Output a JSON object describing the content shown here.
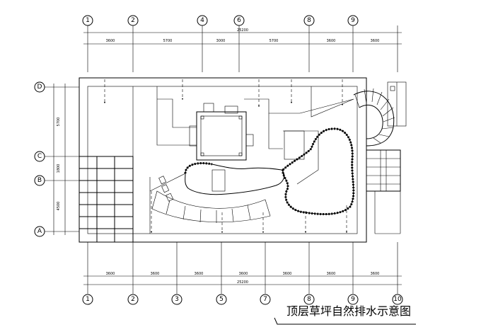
{
  "title": "顶层草坪自然排水示意图",
  "top_axes": [
    "1",
    "2",
    "4",
    "6",
    "8",
    "9"
  ],
  "top_dims": [
    "3600",
    "5700",
    "3000",
    "5700",
    "3600",
    "3600"
  ],
  "top_total": "25200",
  "bottom_axes": [
    "1",
    "2",
    "3",
    "5",
    "7",
    "8",
    "9",
    "10"
  ],
  "bottom_dims": [
    "3600",
    "3600",
    "3600",
    "3600",
    "3600",
    "3600",
    "3600"
  ],
  "bottom_total": "25200",
  "left_axes": [
    "D",
    "C",
    "B",
    "A"
  ],
  "left_dims": [
    "5700",
    "1800",
    "4500"
  ]
}
